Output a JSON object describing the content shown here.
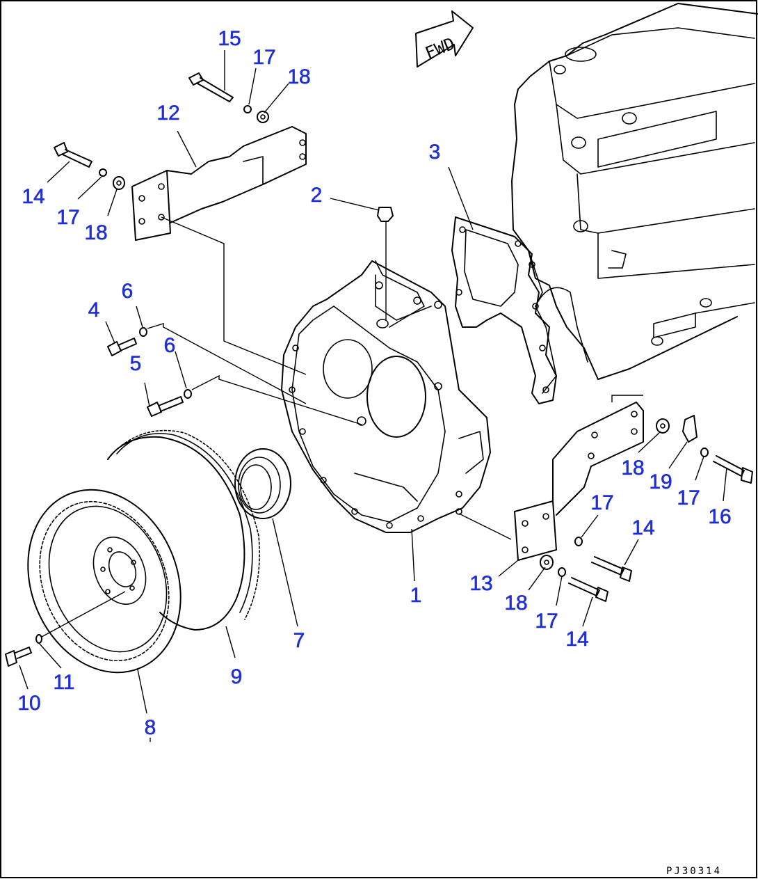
{
  "drawing": {
    "code": "PJ30314",
    "fw_arrow": "FWD"
  },
  "callouts": {
    "c1": "1",
    "c2": "2",
    "c3": "3",
    "c4": "4",
    "c5": "5",
    "c6a": "6",
    "c6b": "6",
    "c7": "7",
    "c8": "8",
    "c9": "9",
    "c10": "10",
    "c11": "11",
    "c12": "12",
    "c13": "13",
    "c14a": "14",
    "c14b": "14",
    "c14c": "14",
    "c15": "15",
    "c16": "16",
    "c17a": "17",
    "c17b": "17",
    "c17c": "17",
    "c17d": "17",
    "c17e": "17",
    "c18a": "18",
    "c18b": "18",
    "c18c": "18",
    "c18d": "18",
    "c19": "19"
  },
  "colors": {
    "callout": "#1f2fd6",
    "line": "#000000"
  }
}
